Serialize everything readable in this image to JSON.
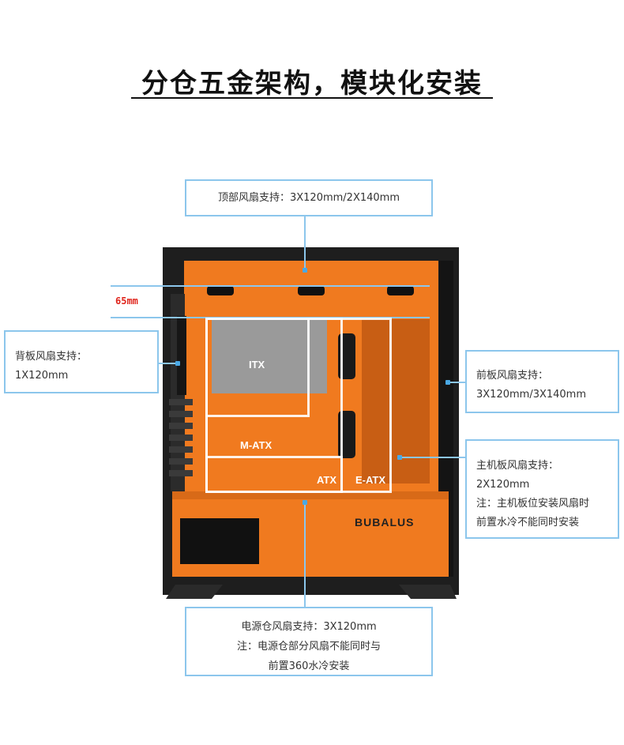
{
  "title": "分仓五金架构，模块化安装",
  "callouts": {
    "top": {
      "line1": "顶部风扇支持：3X120mm/2X140mm"
    },
    "rear": {
      "line1": "背板风扇支持：",
      "line2": "1X120mm"
    },
    "front": {
      "line1": "前板风扇支持：",
      "line2": "3X120mm/3X140mm"
    },
    "motherboard": {
      "line1": "主机板风扇支持：",
      "line2": "2X120mm",
      "line3": "注：主机板位安装风扇时",
      "line4": "前置水冷不能同时安装"
    },
    "psu": {
      "line1": "电源仓风扇支持：3X120mm",
      "line2": "注：电源仓部分风扇不能同时与",
      "line3": "前置360水冷安装"
    }
  },
  "dimension": {
    "clearance": "65mm"
  },
  "form_factors": {
    "itx": "ITX",
    "matx": "M-ATX",
    "atx": "ATX",
    "eatx": "E-ATX"
  },
  "brand": "BUBALUS",
  "colors": {
    "accent": "#f07a1f",
    "callout_border": "#8cc6ec",
    "dimension_red": "#e0261d",
    "frame": "#1e1e1e"
  }
}
